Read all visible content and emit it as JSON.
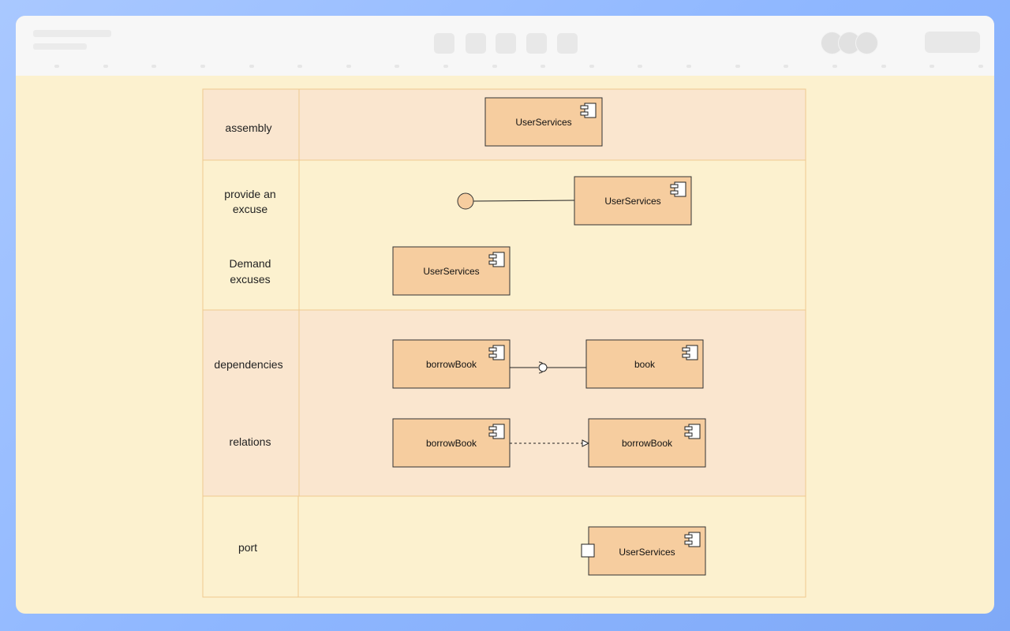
{
  "diagram": {
    "rows": {
      "assembly": "assembly",
      "provide": [
        "provide an",
        "excuse"
      ],
      "demand": [
        "Demand",
        "excuses"
      ],
      "dependencies": "dependencies",
      "relations": "relations",
      "port": "port"
    },
    "components": {
      "assembly": "UserServices",
      "provided": "UserServices",
      "required": "UserServices",
      "dep_source": "borrowBook",
      "dep_target": "book",
      "rel_source": "borrowBook",
      "rel_target": "borrowBook",
      "port": "UserServices"
    }
  },
  "colors": {
    "canvas": "#fcf1cf",
    "band": "#fae6cf",
    "component_fill": "#f6cd9f",
    "grid_line": "#efc98f"
  }
}
